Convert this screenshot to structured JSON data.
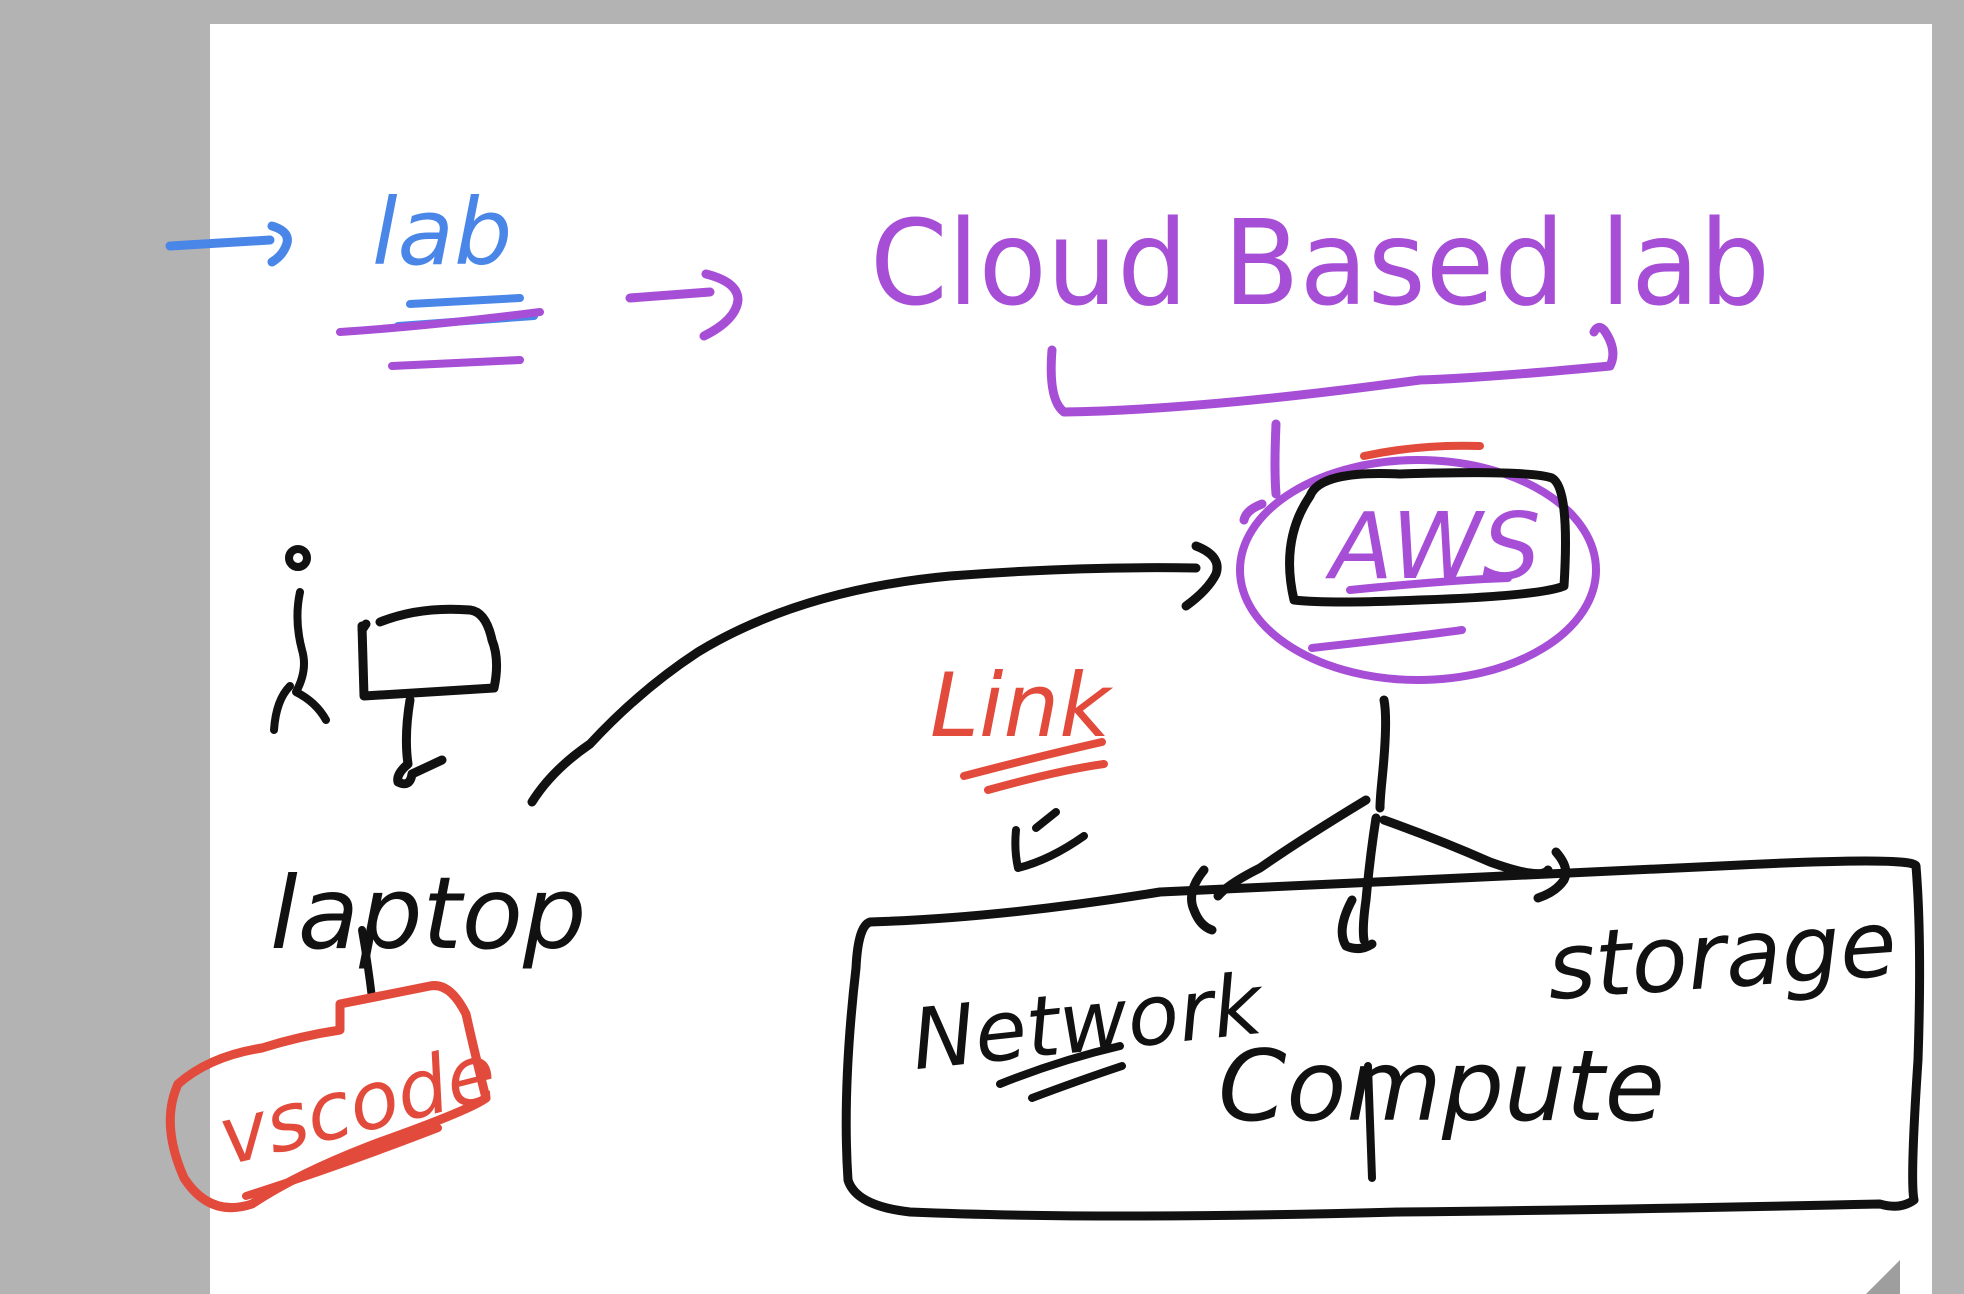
{
  "labels": {
    "lab": "lab",
    "cloud_based_lab": "Cloud Based lab",
    "aws": "AWS",
    "link": "Link",
    "laptop": "laptop",
    "vscode": "vscode",
    "network": "Network",
    "compute": "Compute",
    "storage": "storage"
  },
  "colors": {
    "background_gray": "#b3b3b3",
    "page_white": "#ffffff",
    "ink_blue": "#4a86e8",
    "ink_purple": "#a64ed6",
    "ink_red": "#e24b3c",
    "ink_black": "#111111"
  }
}
